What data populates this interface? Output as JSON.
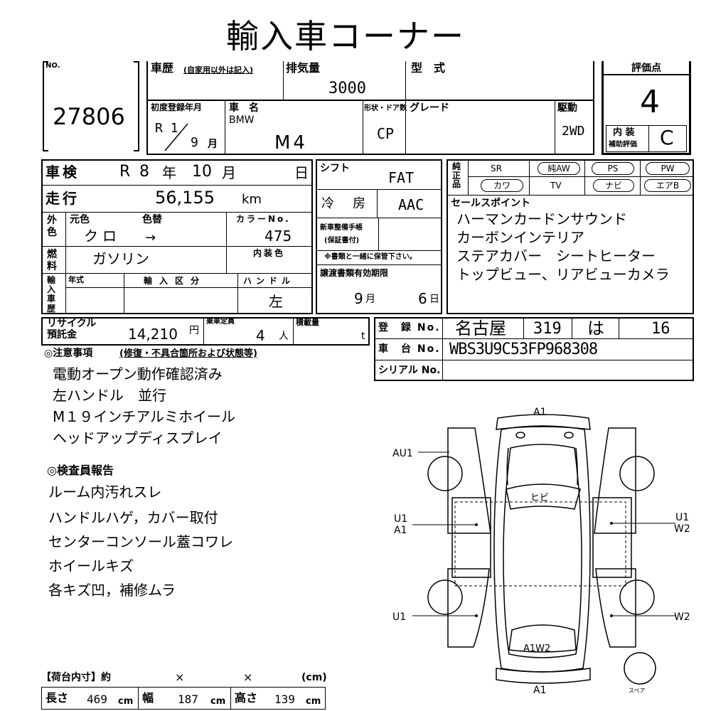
{
  "title": "輸入車コーナー",
  "header": {
    "no_label": "NO.",
    "lot_no": "27806",
    "history_label": "車歴",
    "history_note": "(自家用以外は記入)",
    "displacement_label": "排気量",
    "displacement": "3000",
    "model_label": "型　式",
    "score_label": "評価点",
    "score": "4",
    "interior_label": "内 装",
    "interior_sub": "補助評価",
    "interior_grade": "C",
    "first_reg_label": "初度登録年月",
    "first_reg_era": "R 1",
    "first_reg_month": "9",
    "month_unit": "月",
    "name_label": "車　名",
    "maker": "BMW",
    "car_name": "M4",
    "body_label": "形状・ドア数",
    "body": "CP",
    "grade_label": "グレード",
    "drive_label": "駆動",
    "drive": "2WD"
  },
  "inspection": {
    "label": "車検",
    "era": "R",
    "year": "8",
    "year_unit": "年",
    "month": "10",
    "month_unit": "月",
    "day_unit": "日"
  },
  "mileage": {
    "label": "走行",
    "value": "56,155",
    "unit": "km"
  },
  "shift": {
    "label": "シフト",
    "value": "FAT"
  },
  "aircon": {
    "label": "冷　房",
    "value": "AAC"
  },
  "color": {
    "ext_label": "外色",
    "orig_label": "元色",
    "change_label": "色替",
    "orig": "クロ",
    "arrow": "→",
    "code_label": "カラーNo.",
    "code": "475",
    "interior_color_label": "内装色"
  },
  "fuel": {
    "label": "燃料",
    "value": "ガソリン"
  },
  "import": {
    "label": "輸入車歴",
    "year_label": "年式",
    "type_label": "輸入区分",
    "handle_label": "ハンドル",
    "handle": "左"
  },
  "manual": {
    "label": "新車整備手帳",
    "sub": "(保証書付)",
    "note": "※書類と一緒に保管下さい。"
  },
  "transfer": {
    "label": "譲渡書類有効期限",
    "month": "9",
    "month_unit": "月",
    "day": "6",
    "day_unit": "日"
  },
  "recycle": {
    "label1": "リサイクル",
    "label2": "預託金",
    "value": "14,210",
    "unit": "円",
    "capacity_label": "乗車定員",
    "capacity": "4",
    "capacity_unit": "人",
    "load_label": "積載量",
    "load_unit": "t"
  },
  "equipment": {
    "label": "純正品",
    "items_row1": [
      "SR",
      "純AW",
      "PS",
      "PW"
    ],
    "items_row2": [
      "カワ",
      "TV",
      "ナビ",
      "エアB"
    ]
  },
  "sales_points": {
    "label": "セールスポイント",
    "lines": [
      "ハーマンカードンサウンド",
      "カーボンインテリア",
      "ステアカバー　シートヒーター",
      "トップビュー、リアビューカメラ"
    ]
  },
  "registration": {
    "label": "登　録 No.",
    "area": "名古屋",
    "class": "319",
    "kana": "は",
    "number": "16",
    "chassis_label": "車　台 No.",
    "chassis": "WBS3U9C53FP968308",
    "serial_label": "シリアル No."
  },
  "notes": {
    "label": "◎注意事項",
    "label_note": "(修復・不具合箇所および状態等)",
    "lines": [
      "電動オープン動作確認済み",
      "左ハンドル　並行",
      "M１９インチアルミホイール",
      "ヘッドアップディスプレイ"
    ]
  },
  "inspector": {
    "label": "◎検査員報告",
    "lines": [
      "ルーム内汚れスレ",
      "ハンドルハゲ，カバー取付",
      "センターコンソール蓋コワレ",
      "ホイールキズ",
      "各キズ凹，補修ムラ"
    ]
  },
  "cargo": {
    "label": "【荷台内寸】約",
    "x1": "×",
    "x2": "×",
    "unit_label": "(cm)",
    "length_label": "長さ",
    "length": "469",
    "width_label": "幅",
    "width": "187",
    "height_label": "高さ",
    "height": "139",
    "cm": "cm"
  },
  "diagram": {
    "front": "A1",
    "rear": "A1",
    "left_front_upper": "AU1",
    "left_mid_1": "U1",
    "left_mid_2": "A1",
    "right_mid_1": "U1",
    "right_mid_2": "W2",
    "left_rear": "U1",
    "right_rear": "W2",
    "windshield": "ヒビ",
    "rear_panel": "A1W2",
    "spare": "スペア"
  }
}
